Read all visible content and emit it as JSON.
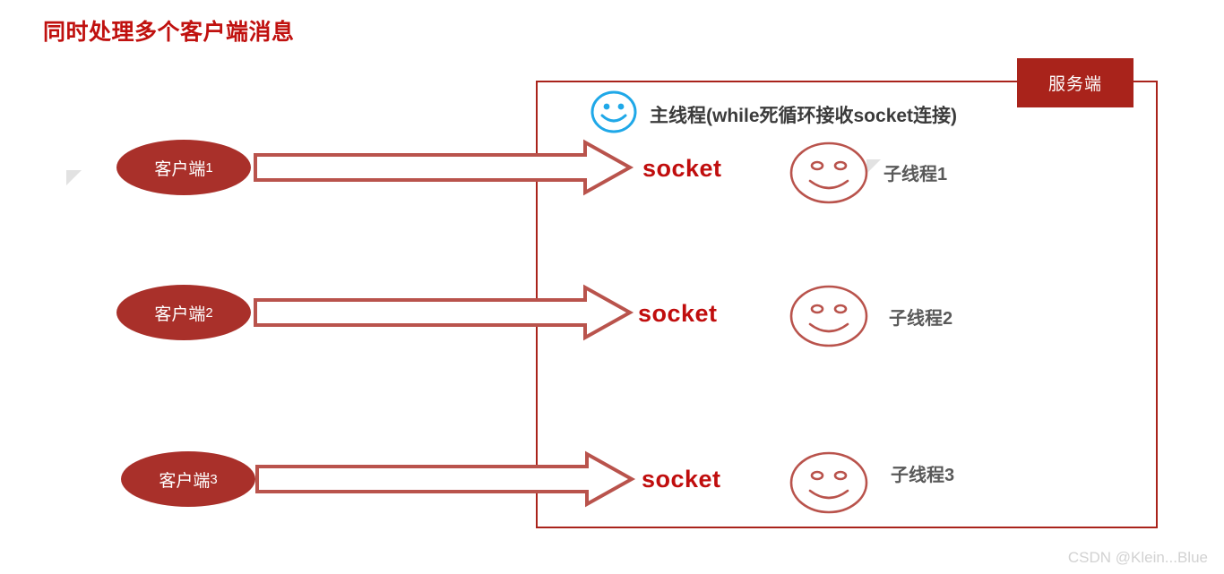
{
  "title": "同时处理多个客户端消息",
  "server": {
    "tag_label": "服务端",
    "main_thread_label": "主线程(while死循环接收socket连接)",
    "main_thread_icon": "smiley-face-icon"
  },
  "rows": [
    {
      "client_label": "客户端",
      "client_index": "1",
      "socket_label": "socket",
      "thread_label": "子线程1",
      "face_icon": "smiley-face-icon"
    },
    {
      "client_label": "客户端",
      "client_index": "2",
      "socket_label": "socket",
      "thread_label": "子线程2",
      "face_icon": "smiley-face-icon"
    },
    {
      "client_label": "客户端",
      "client_index": "3",
      "socket_label": "socket",
      "thread_label": "子线程3",
      "face_icon": "smiley-face-icon"
    }
  ],
  "watermark": "CSDN @Klein...Blue",
  "colors": {
    "title_red": "#C0110F",
    "brand_red": "#A9231B",
    "client_fill": "#A9302A",
    "socket_red": "#C00D0D",
    "face_red": "#B9534C",
    "face_blue": "#1FA8E8",
    "thread_gray": "#595959",
    "watermark_gray": "#D2D2D2",
    "triangle_gray": "#E2E2E2"
  }
}
